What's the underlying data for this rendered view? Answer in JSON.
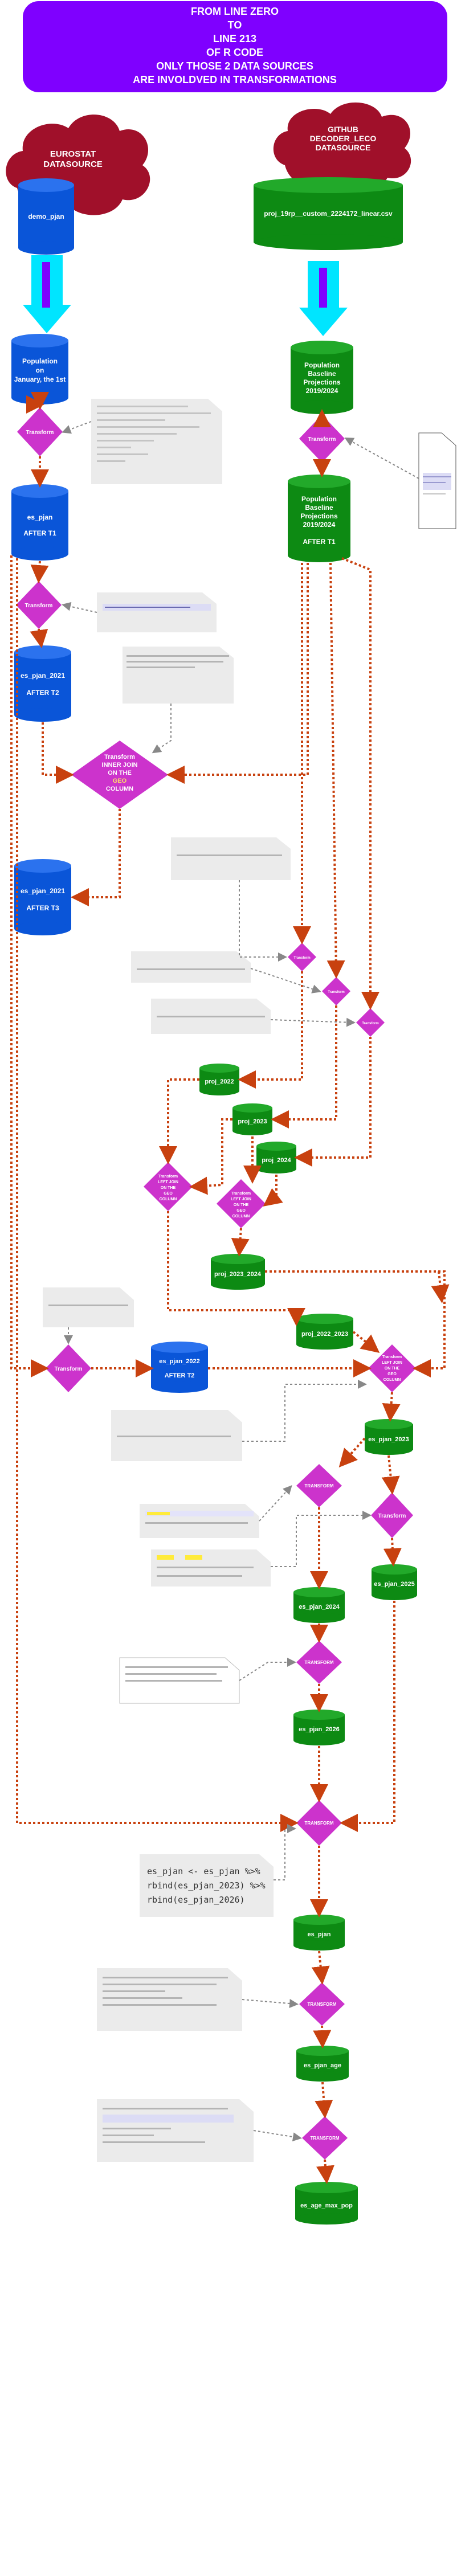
{
  "header": {
    "lines": [
      "FROM LINE ZERO",
      "TO",
      "LINE 213",
      "OF R CODE",
      "ONLY THOSE 2 DATA SOURCES",
      "ARE INVOLDVED IN TRANSFORMATIONS"
    ]
  },
  "sources": {
    "eurostat": [
      "EUROSTAT",
      "DATASOURCE"
    ],
    "github": [
      "GITHUB",
      "DECODER_LECO",
      "DATASOURCE"
    ]
  },
  "cylinders": {
    "demo_pjan": "demo_pjan",
    "proj_file": "proj_19rp__custom_2224172_linear.csv",
    "population_jan": [
      "Population",
      "on",
      "January, the 1st"
    ],
    "population_baseline": [
      "Population",
      "Baseline",
      "Projections",
      "2019/2024"
    ],
    "es_pjan_t1": [
      "es_pjan",
      "AFTER T1"
    ],
    "population_baseline_t1": [
      "Population",
      "Baseline",
      "Projections",
      "2019/2024",
      "AFTER T1"
    ],
    "es_pjan_2021_t2": [
      "es_pjan_2021",
      "AFTER T2"
    ],
    "es_pjan_2021_t3": [
      "es_pjan_2021",
      "AFTER T3"
    ],
    "proj_2022": "proj_2022",
    "proj_2023": "proj_2023",
    "proj_2024": "proj_2024",
    "proj_2023_2024": "proj_2023_2024",
    "proj_2022_2023": "proj_2022_2023",
    "es_pjan_2022": [
      "es_pjan_2022",
      "AFTER T2"
    ],
    "es_pjan_2023": "es_pjan_2023",
    "es_pjan_2025": "es_pjan_2025",
    "es_pjan_2024": "es_pjan_2024",
    "es_pjan_2026": "es_pjan_2026",
    "es_pjan": "es_pjan",
    "es_pjan_age": "es_pjan_age",
    "es_age_max_pop": "es_age_max_pop"
  },
  "diamonds": {
    "transform": "Transform",
    "transform_caps": "TRANSFORM",
    "join": [
      "Transform",
      "INNER JOIN",
      "ON THE",
      "GEO",
      "COLUMN"
    ],
    "union_a": [
      "Transform",
      "LEFT JOIN",
      "ON THE",
      "GEO",
      "COLUMN"
    ],
    "union_b": [
      "Transform",
      "LEFT JOIN",
      "ON THE",
      "GEO",
      "COLUMN"
    ]
  },
  "code": {
    "rbind": [
      "es_pjan <- es_pjan %>%",
      "  rbind(es_pjan_2023) %>%",
      "  rbind(es_pjan_2026)"
    ]
  },
  "colors": {
    "header": "#7f00ff",
    "cloud": "#a0102a",
    "blue": "#0a55d8",
    "green": "#0d8a13",
    "diamond": "#cc33cc",
    "arrow": "#c8410f",
    "cyan": "#00e5ff"
  }
}
